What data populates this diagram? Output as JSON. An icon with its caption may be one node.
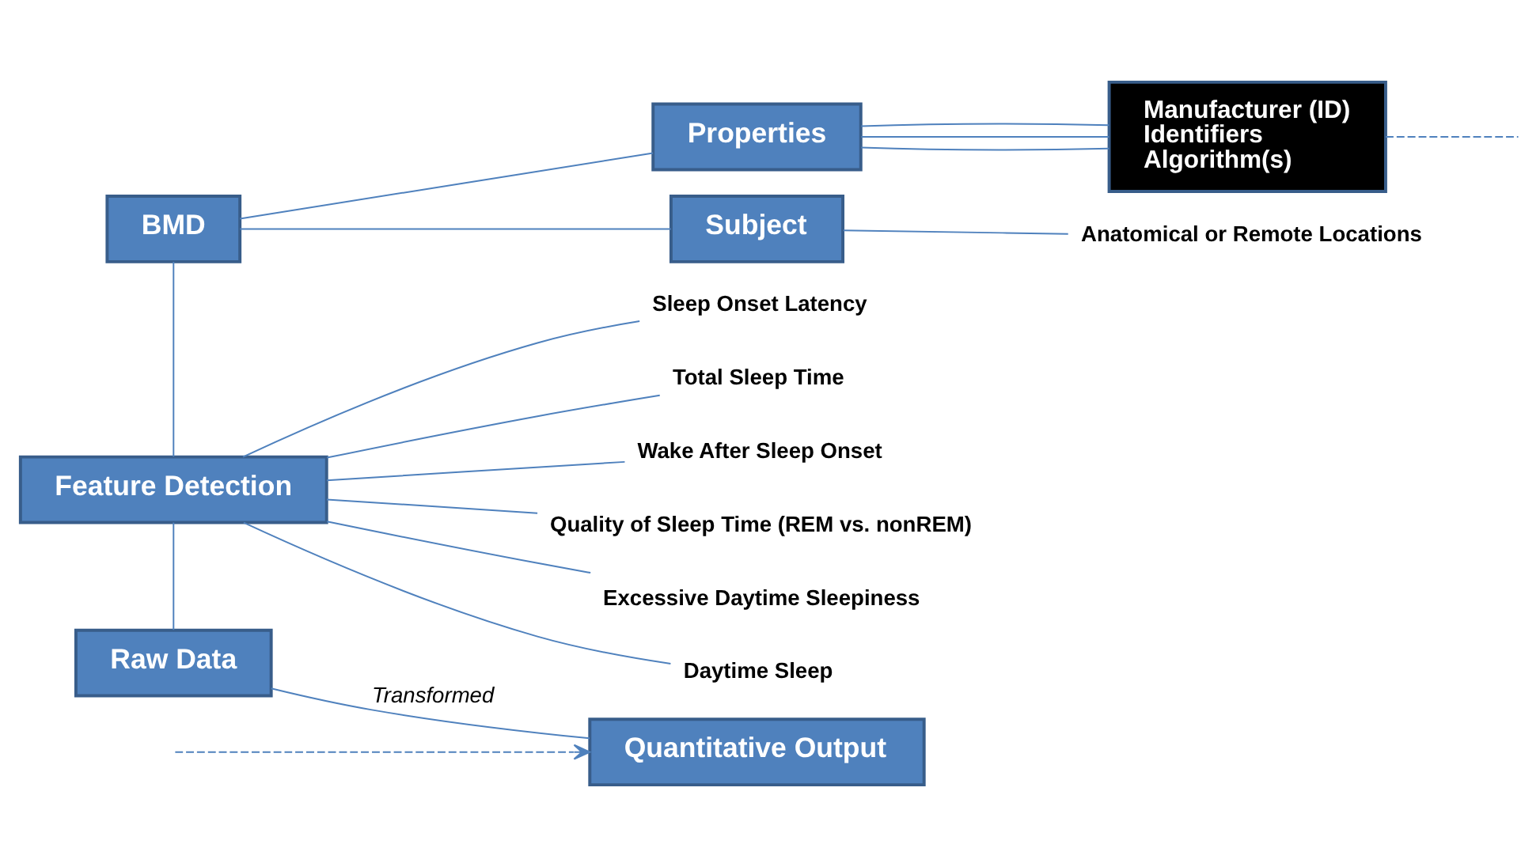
{
  "diagram": {
    "nodes": [
      {
        "text": [
          "BMD"
        ]
      },
      {
        "text": [
          "Properties"
        ]
      },
      {
        "text": [
          "Manufacturer (ID)",
          "Identifiers",
          "Algorithm(s)"
        ]
      },
      {
        "text": [
          "Subject"
        ]
      },
      {
        "text": [
          "Anatomical or Remote Locations"
        ]
      },
      {
        "text": [
          "Feature Detection"
        ]
      },
      {
        "text": [
          "Sleep Onset Latency"
        ]
      },
      {
        "text": [
          "Total Sleep Time"
        ]
      },
      {
        "text": [
          "Wake After Sleep Onset"
        ]
      },
      {
        "text": [
          "Quality of Sleep Time (REM vs. nonREM)"
        ]
      },
      {
        "text": [
          "Excessive Daytime Sleepiness"
        ]
      },
      {
        "text": [
          "Daytime Sleep"
        ]
      },
      {
        "text": [
          "Raw Data"
        ]
      },
      {
        "text": [
          "Quantitative Output"
        ]
      }
    ],
    "edges": [
      {
        "from": 0,
        "to": 1,
        "arrow": "none"
      },
      {
        "from": 1,
        "to": 2,
        "arrow": "none"
      },
      {
        "from": 1,
        "to": 2,
        "arrow": "none"
      },
      {
        "from": 1,
        "to": 2,
        "arrow": "none"
      },
      {
        "from": 0,
        "to": 3,
        "arrow": "none"
      },
      {
        "from": 3,
        "to": 4,
        "arrow": "none"
      },
      {
        "from": 0,
        "to": 5,
        "arrow": "none"
      },
      {
        "from": 5,
        "to": 6,
        "arrow": "none"
      },
      {
        "from": 5,
        "to": 7,
        "arrow": "none"
      },
      {
        "from": 5,
        "to": 8,
        "arrow": "none"
      },
      {
        "from": 5,
        "to": 9,
        "arrow": "none"
      },
      {
        "from": 5,
        "to": 10,
        "arrow": "none"
      },
      {
        "from": 5,
        "to": 11,
        "arrow": "none"
      },
      {
        "from": 5,
        "to": 12,
        "arrow": "none"
      },
      {
        "from": 12,
        "to": 13,
        "arrow": "none",
        "label": "Transformed"
      },
      {
        "from": 2,
        "to": null,
        "arrow": "none",
        "style": "dashed"
      },
      {
        "from": null,
        "to": 13,
        "arrow": "to",
        "style": "dashed"
      }
    ]
  }
}
